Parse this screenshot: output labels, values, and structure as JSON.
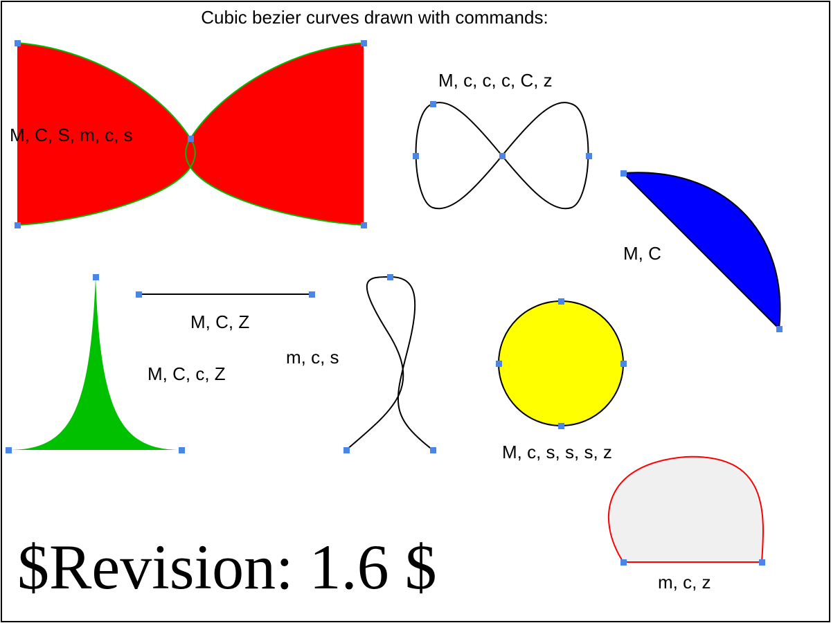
{
  "title": "Cubic bezier curves drawn with commands:",
  "revision": "$Revision: 1.6 $",
  "colors": {
    "frame": "#000000",
    "marker": "#4a86e8",
    "red": "#ff0000",
    "green_stroke": "#00bb00",
    "green_fill": "#00c000",
    "blue": "#0000ff",
    "yellow": "#ffff00",
    "gray_fill": "#f0f0f0"
  },
  "labels": {
    "bowtie": "M, C, S, m, c, s",
    "infinity": "M, c, c, c, C, z",
    "blue_wedge": "M, C",
    "straight_line": "M, C, Z",
    "green_cusp": "M, C, c, Z",
    "ribbon_loop": "m, c, s",
    "yellow_circle": "M, c, s, s, s, z",
    "gray_dome": "m, c, z"
  }
}
